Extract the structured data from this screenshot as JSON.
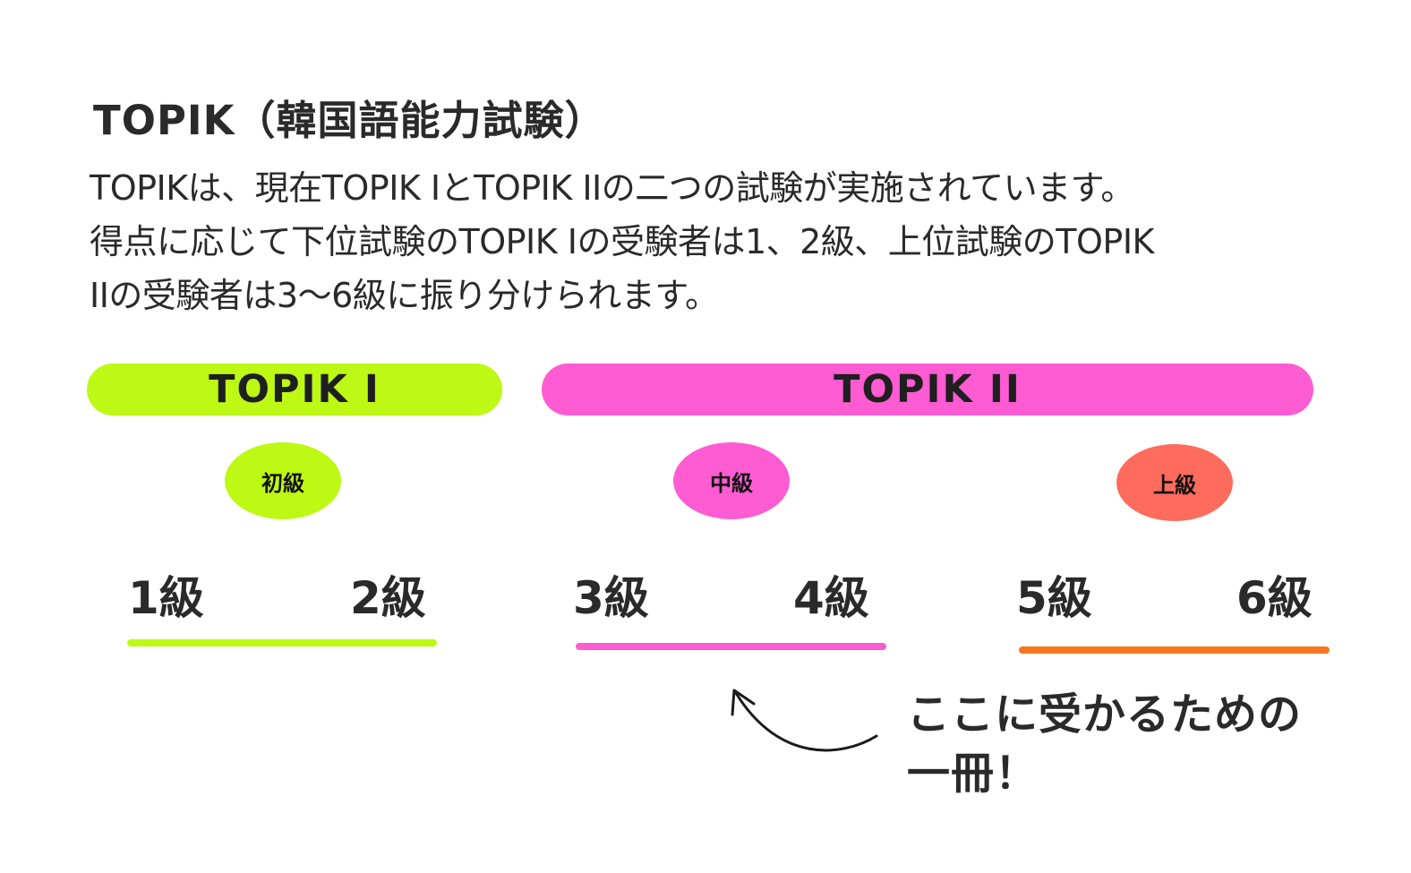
{
  "title": "TOPIK（韓国語能力試験）",
  "description": [
    "TOPIKは、現在TOPIK IとTOPIK IIの二つの試験が実施されています。",
    "得点に応じて下位試験のTOPIK Iの受験者は1、2級、上位試験のTOPIK",
    "IIの受験者は3〜6級に振り分けられます。"
  ],
  "tests": [
    {
      "label": "TOPIK I",
      "color": "#bdf915"
    },
    {
      "label": "TOPIK II",
      "color": "#ff5bd2"
    }
  ],
  "levels": [
    {
      "label": "初級",
      "color": "#bdf915"
    },
    {
      "label": "中級",
      "color": "#ff5bd2"
    },
    {
      "label": "上級",
      "color": "#ff6b5c"
    }
  ],
  "grades": [
    "1級",
    "2級",
    "3級",
    "4級",
    "5級",
    "6級"
  ],
  "underline_colors": [
    "#bdf915",
    "#ff5bd2",
    "#f57820"
  ],
  "callout": [
    "ここに受かるための",
    "一冊！"
  ]
}
